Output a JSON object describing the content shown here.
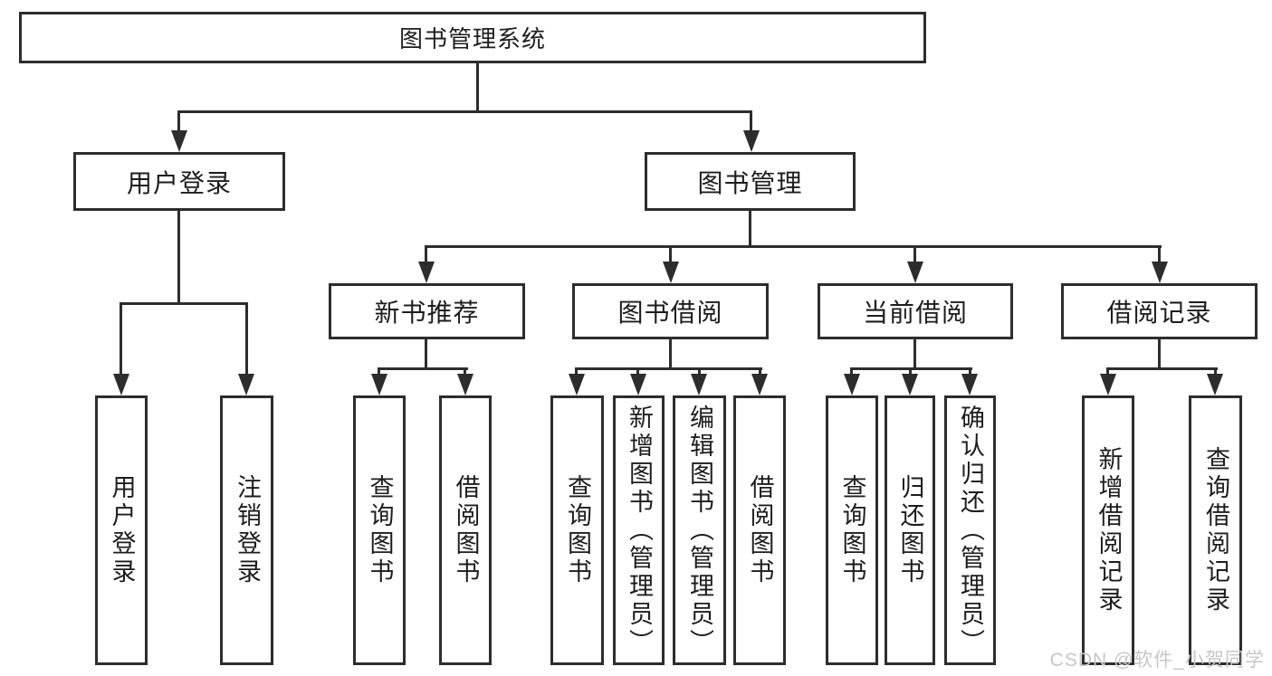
{
  "watermark": "CSDN @软件_小贺同学",
  "colors": {
    "line": "#2d2d2d",
    "text": "#1d1d1d",
    "watermark_gray": "#c7c7c7",
    "background": "#ffffff"
  },
  "tree": {
    "label": "图书管理系统",
    "children": [
      {
        "label": "用户登录",
        "children": [
          {
            "label": "用户登录"
          },
          {
            "label": "注销登录"
          }
        ]
      },
      {
        "label": "图书管理",
        "children": [
          {
            "label": "新书推荐",
            "children": [
              {
                "label": "查询图书"
              },
              {
                "label": "借阅图书"
              }
            ]
          },
          {
            "label": "图书借阅",
            "children": [
              {
                "label": "查询图书"
              },
              {
                "label": "新增图书（管理员）"
              },
              {
                "label": "编辑图书（管理员）"
              },
              {
                "label": "借阅图书"
              }
            ]
          },
          {
            "label": "当前借阅",
            "children": [
              {
                "label": "查询图书"
              },
              {
                "label": "归还图书"
              },
              {
                "label": "确认归还（管理员）"
              }
            ]
          },
          {
            "label": "借阅记录",
            "children": [
              {
                "label": "新增借阅记录"
              },
              {
                "label": "查询借阅记录"
              }
            ]
          }
        ]
      }
    ]
  }
}
